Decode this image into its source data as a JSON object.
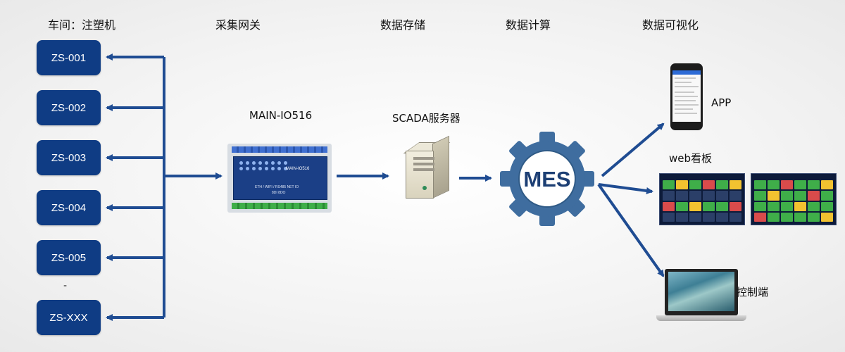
{
  "headers": {
    "workshop": "车间：注塑机",
    "gateway": "采集网关",
    "storage": "数据存储",
    "compute": "数据计算",
    "visual": "数据可视化"
  },
  "machines": [
    "ZS-001",
    "ZS-002",
    "ZS-003",
    "ZS-004",
    "ZS-005",
    "ZS-XXX"
  ],
  "ellipsis": "-",
  "gateway_device": {
    "label": "MAIN-IO516",
    "brand_text": "MAIN-IO516",
    "front_text": "ETH / WIFI / RS485 NET IO",
    "sub_text": "8DI 8DO"
  },
  "server": {
    "label": "SCADA服务器"
  },
  "mes": {
    "label": "MES"
  },
  "outputs": {
    "app": "APP",
    "web": "web看板",
    "control": "控制端"
  },
  "colors": {
    "machine_box": "#0f3c84",
    "arrow": "#1f4c92",
    "gear": "#3f6d9f"
  }
}
